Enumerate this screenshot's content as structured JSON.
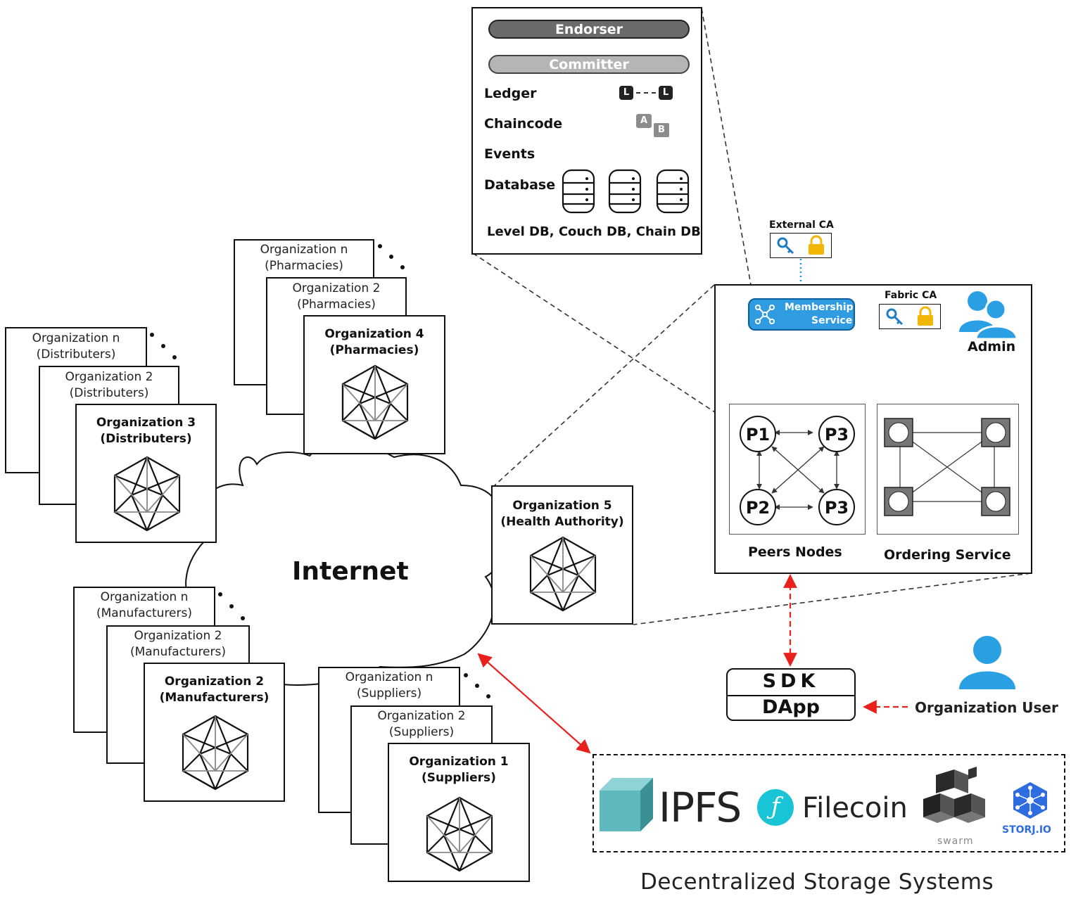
{
  "peer_panel": {
    "endorser": "Endorser",
    "committer": "Committer",
    "rows": [
      "Ledger",
      "Chaincode",
      "Events",
      "Database"
    ],
    "ledger_icon": [
      "L",
      "L"
    ],
    "chaincode_icon": [
      "A",
      "B"
    ],
    "db_caption": "Level DB, Couch DB, Chain DB"
  },
  "ca": {
    "external": "External CA",
    "fabric": "Fabric CA",
    "membership_line1": "Membership",
    "membership_line2": "Service"
  },
  "network": {
    "admin": "Admin",
    "peers": [
      "P1",
      "P3",
      "P2",
      "P3"
    ],
    "peers_caption": "Peers Nodes",
    "ordering_caption": "Ordering Service"
  },
  "sdk": {
    "top": "SDK",
    "bottom": "DApp"
  },
  "user_label": "Organization User",
  "internet": "Internet",
  "orgs": {
    "pharm_n": [
      "Organization n",
      "(Pharmacies)"
    ],
    "pharm_2": [
      "Organization 2",
      "(Pharmacies)"
    ],
    "pharm_4": [
      "Organization 4",
      "(Pharmacies)"
    ],
    "dist_n": [
      "Organization n",
      "(Distributers)"
    ],
    "dist_2": [
      "Organization 2",
      "(Distributers)"
    ],
    "dist_3": [
      "Organization 3",
      "(Distributers)"
    ],
    "man_n": [
      "Organization n",
      "(Manufacturers)"
    ],
    "man_2": [
      "Organization 2",
      "(Manufacturers)"
    ],
    "man_main": [
      "Organization 2",
      "(Manufacturers)"
    ],
    "sup_n": [
      "Organization n",
      "(Suppliers)"
    ],
    "sup_2": [
      "Organization 2",
      "(Suppliers)"
    ],
    "sup_1": [
      "Organization 1",
      "(Suppliers)"
    ],
    "health": [
      "Organization 5",
      "(Health Authority)"
    ]
  },
  "storage": {
    "ipfs": "IPFS",
    "filecoin": "Filecoin",
    "swarm": "swarm",
    "storj": "STORJ.IO",
    "caption": "Decentralized Storage Systems"
  },
  "colors": {
    "accent_blue": "#1e9be0",
    "arrow_red": "#e8211d",
    "lock_gold": "#f2b705",
    "ipfs_teal": "#5fb8bd"
  }
}
